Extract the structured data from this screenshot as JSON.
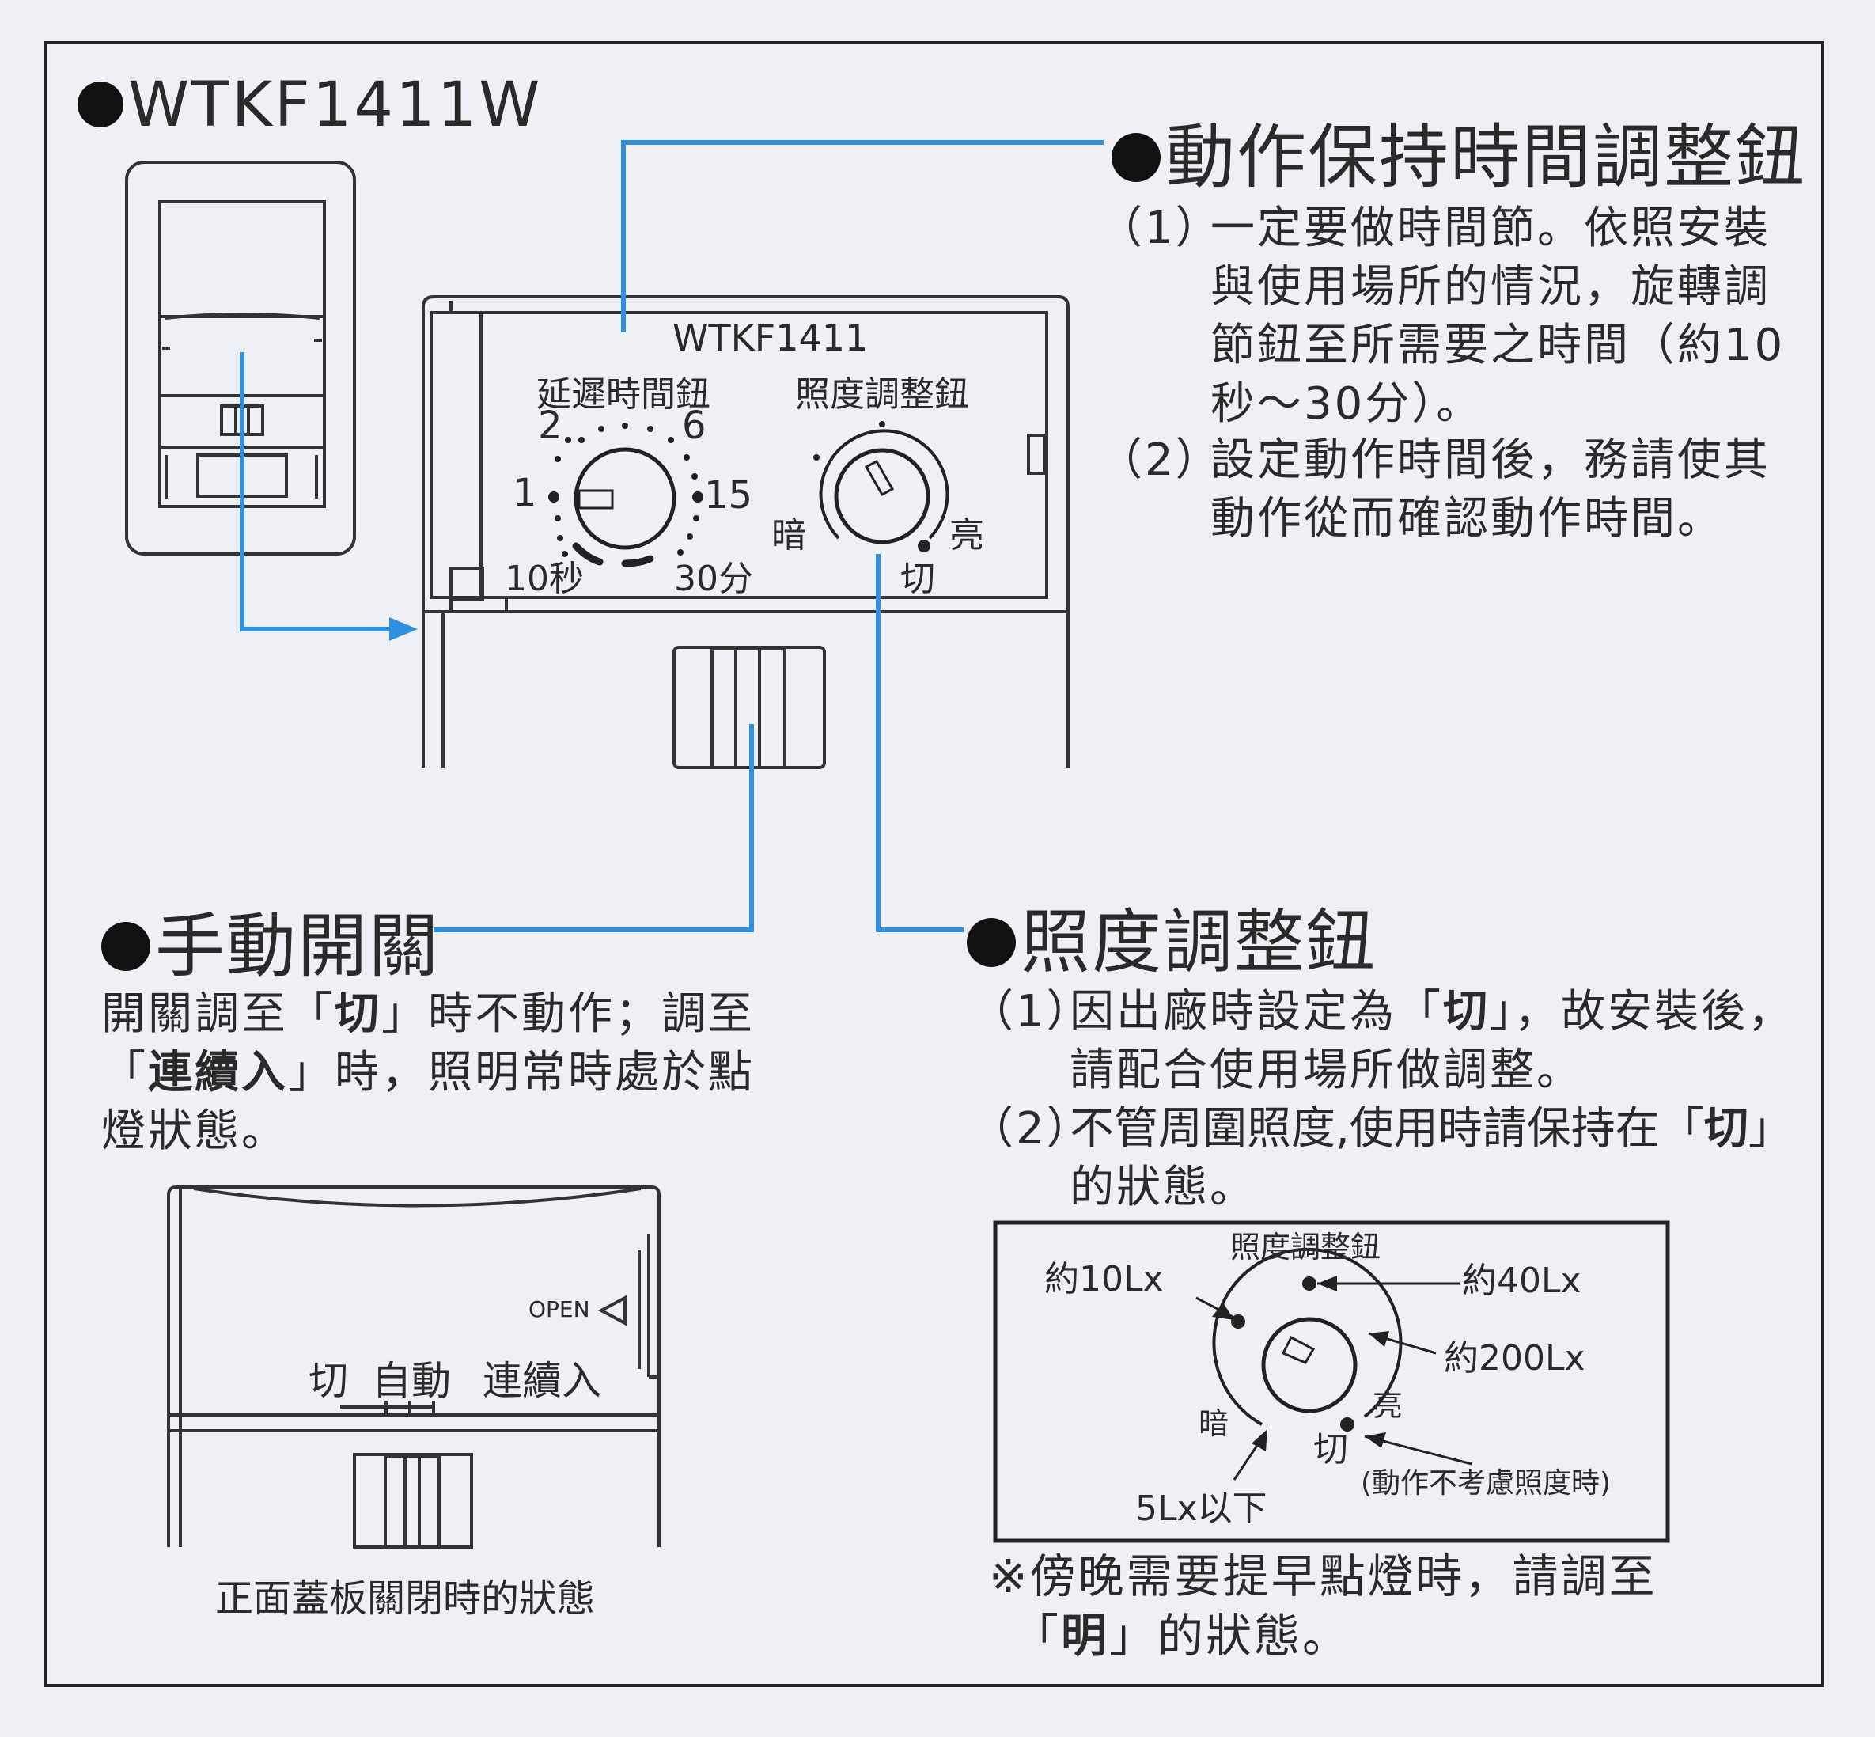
{
  "model": "WTKF1411W",
  "panel": {
    "model": "WTKF1411",
    "delay_knob_label": "延遲時間鈕",
    "lux_knob_label": "照度調整鈕",
    "delay_marks": [
      "1",
      "2",
      "6",
      "15"
    ],
    "delay_min": "10秒",
    "delay_max": "30分",
    "dark": "暗",
    "bright": "亮",
    "off": "切"
  },
  "hold_time": {
    "title": "動作保持時間調整鈕",
    "item1_num": "（1）",
    "item1_lines": [
      "一定要做時間節。依照安裝",
      "與使用場所的情況，旋轉調",
      "節鈕至所需要之時間（約10",
      "秒～30分）。"
    ],
    "item2_num": "（2）",
    "item2_lines": [
      "設定動作時間後，務請使其",
      "動作從而確認動作時間。"
    ]
  },
  "manual_switch": {
    "title": "手動開關",
    "line1_a": "開關調至「",
    "line1_b": "切",
    "line1_c": "」時不動作；調至",
    "line2_a": "「",
    "line2_b": "連續入",
    "line2_c": "」時，照明常時處於點",
    "line3": "燈狀態。"
  },
  "cover": {
    "open": "OPEN",
    "pos_off": "切",
    "pos_auto": "自動",
    "pos_cont": "連續入",
    "caption": "正面蓋板關閉時的狀態"
  },
  "lux": {
    "title": "照度調整鈕",
    "item1_num": "（1）",
    "item1_line1_a": "因出廠時設定為「",
    "item1_line1_b": "切",
    "item1_line1_c": "」，故安裝後，",
    "item1_line2": "請配合使用場所做調整。",
    "item2_num": "（2）",
    "item2_line1_a": "不管周圍照度,使用時請保持在「",
    "item2_line1_b": "切",
    "item2_line1_c": "」",
    "item2_line2": "的狀態。"
  },
  "lux_diagram": {
    "knob_label": "照度調整鈕",
    "lx10": "約10Lx",
    "lx40": "約40Lx",
    "lx200": "約200Lx",
    "lx5": "5Lx以下",
    "dark": "暗",
    "bright": "亮",
    "off": "切",
    "off_note": "(動作不考慮照度時)"
  },
  "note": {
    "line1": "※傍晚需要提早點燈時，請調至",
    "line2_a": "「",
    "line2_b": "明",
    "line2_c": "」的狀態。"
  },
  "colors": {
    "leader": "#2f8fe0",
    "ink": "#2a2a2a",
    "background": "#eff0f5"
  }
}
